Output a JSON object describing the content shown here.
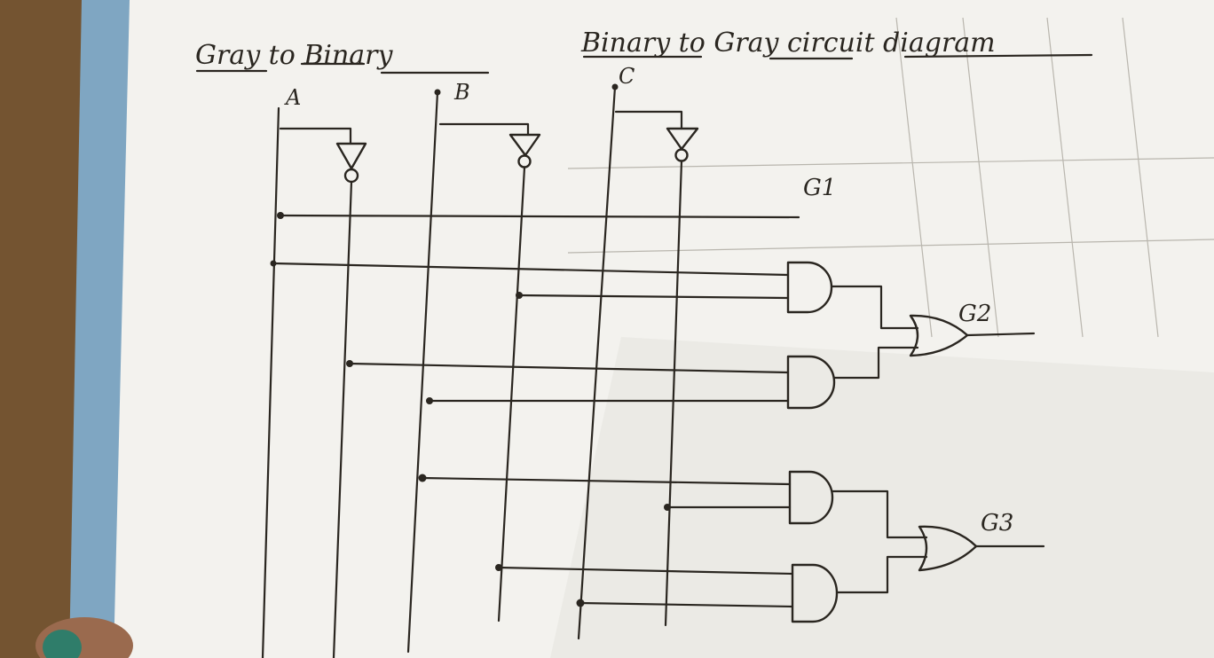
{
  "heading": {
    "left": "Gray to Binary",
    "right": "Binary to Gray circuit diagram"
  },
  "inputs": [
    "A",
    "B",
    "C"
  ],
  "outputs": [
    "G1",
    "G2",
    "G3"
  ],
  "colors": {
    "paper": "#f3f2ee",
    "ink": "#2a2620",
    "table": "#7a5a35",
    "binding": "#7fa6c2"
  }
}
